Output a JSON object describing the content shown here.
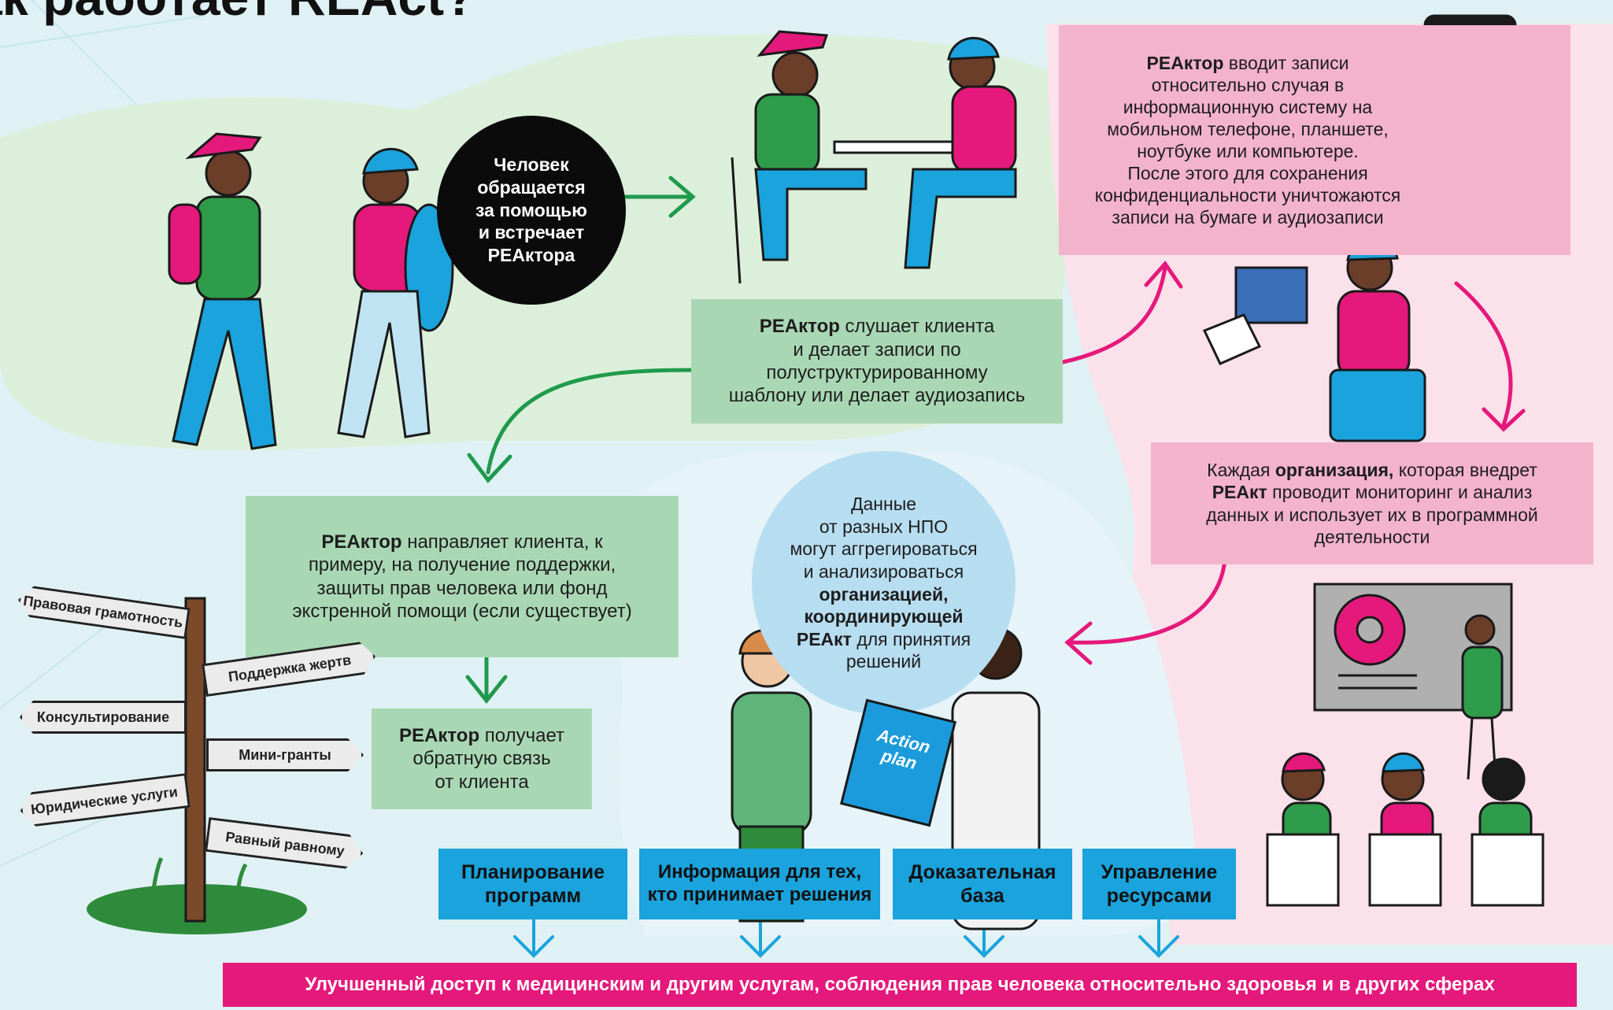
{
  "title": "ак работает REAct?",
  "intro_circle": [
    "Человек",
    "обращается",
    "за помощью",
    "и встречает",
    "РЕАктора"
  ],
  "box_listen": {
    "bold": "РЕАктор",
    "rest": " слушает клиента",
    "lines": [
      "и делает записи по",
      "полуструктурированному",
      "шаблону или делает аудиозапись"
    ]
  },
  "box_enter": {
    "bold": "РЕАктор",
    "rest": " вводит записи",
    "lines": [
      "относительно случая в",
      "информационную систему на",
      "мобильном телефоне, планшете,",
      "ноутбуке или компьютере.",
      "После этого для сохранения",
      "конфиденциальности уничтожаются",
      "записи на бумаге и аудиозаписи"
    ]
  },
  "box_refer": {
    "bold": "РЕАктор",
    "rest": " направляет клиента, к",
    "lines": [
      "примеру, на получение поддержки,",
      "защиты прав человека или фонд",
      "экстренной помощи (если существует)"
    ]
  },
  "box_feedback": {
    "bold": "РЕАктор",
    "rest": " получает",
    "lines": [
      "обратную связь",
      "от клиента"
    ]
  },
  "box_org": {
    "pre": "Каждая ",
    "bold": "организация,",
    "rest": " которая внедрет",
    "line2_bold": "РЕАкт",
    "line2_rest": " проводит мониторинг и анализ",
    "lines": [
      "данных и использует их в программной",
      "деятельности"
    ]
  },
  "data_circle": {
    "lines": [
      "Данные",
      "от разных НПО",
      "могут аггрегироваться",
      "и анализироваться"
    ],
    "bold1": "организацией,",
    "bold2": "координирующей",
    "bold3": "РЕАкт",
    "rest3": " для принятия",
    "last": "решений"
  },
  "action_plan": [
    "Action",
    "plan"
  ],
  "signs": [
    "Правовая грамотность",
    "Поддержка жертв",
    "Консультирование",
    "Мини-гранты",
    "Юридические услуги",
    "Равный равному"
  ],
  "outputs": [
    [
      "Планирование",
      "программ"
    ],
    [
      "Информация для тех,",
      "кто принимает решения"
    ],
    [
      "Доказательная",
      "база"
    ],
    [
      "Управление",
      "ресурсами"
    ]
  ],
  "bottom_banner": "Улучшенный доступ к медицинским и другим услугам, соблюдения прав человека относительно здоровья и в других сферах",
  "colors": {
    "green": "#a9d7b4",
    "pink": "#f3b3cb",
    "magenta": "#e5197b",
    "blue": "#1aa3dc",
    "arrow_green": "#1f9a4c"
  }
}
